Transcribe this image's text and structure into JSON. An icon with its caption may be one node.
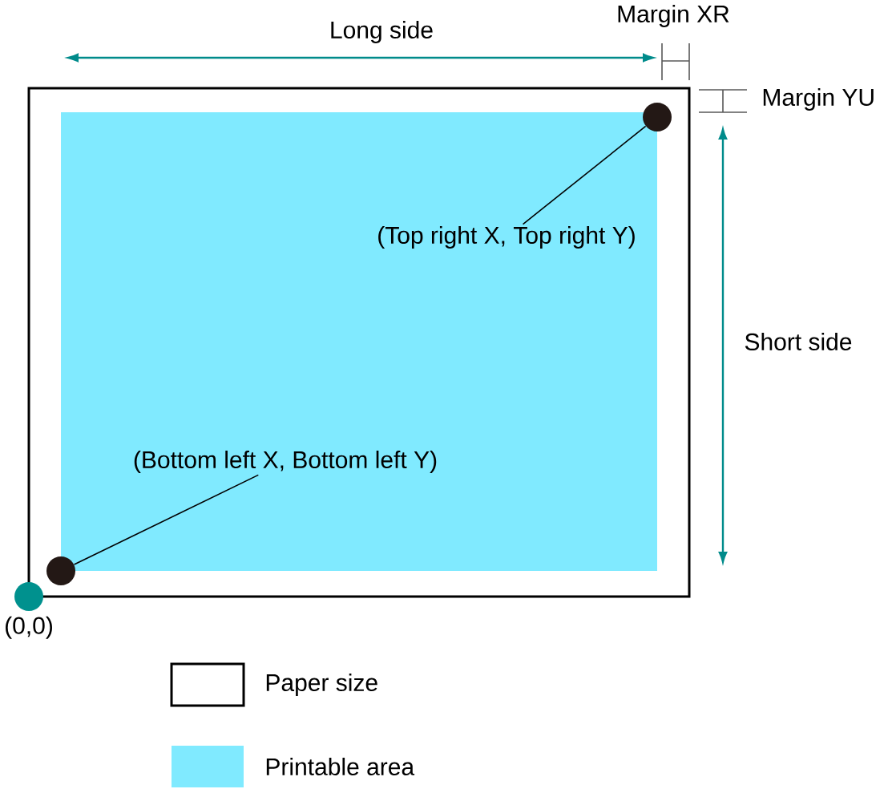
{
  "diagram": {
    "nodes": [
      {
        "text": [],
        "shape": "box"
      },
      {
        "text": [],
        "shape": "box",
        "in": 0
      },
      {
        "text": [],
        "shape": "circle",
        "in": 1
      },
      {
        "text": [
          "(Top right X, Top right Y)"
        ],
        "in": 1
      },
      {
        "text": [
          "(Bottom left X, Bottom left Y)"
        ],
        "in": 1
      },
      {
        "text": [],
        "shape": "circle",
        "in": 0
      },
      {
        "text": [],
        "shape": "circle",
        "beside": [
          "(0,0)"
        ]
      }
    ],
    "edges": [
      {
        "from": 3,
        "to": 2,
        "arrow": "none"
      },
      {
        "from": 4,
        "to": 5,
        "arrow": "none"
      }
    ],
    "labels": [
      "Long side",
      "Margin XR",
      "Margin YU",
      "Short side"
    ],
    "legend": [
      {
        "text": "Paper size"
      },
      {
        "text": "Printable area",
        "color": "#80eaff"
      }
    ]
  }
}
